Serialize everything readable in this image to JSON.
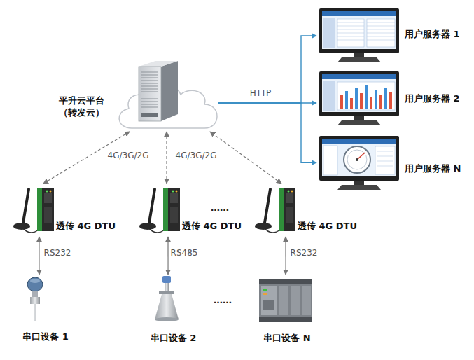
{
  "diagram": {
    "nodes": [
      {
        "text": [
          "平升云平台 （转发云）"
        ]
      },
      {
        "text": [
          "用户服务器 1"
        ]
      },
      {
        "text": [
          "用户服务器 2"
        ]
      },
      {
        "text": [
          "用户服务器 N"
        ]
      },
      {
        "text": [
          "透传 4G DTU"
        ]
      },
      {
        "text": [
          "透传 4G DTU"
        ]
      },
      {
        "text": [
          "透传 4G DTU"
        ]
      },
      {
        "text": [
          "串口设备 1"
        ]
      },
      {
        "text": [
          "串口设备 2"
        ]
      },
      {
        "text": [
          "串口设备 N"
        ]
      }
    ],
    "edges": [
      {
        "from": 0,
        "to": 1,
        "arrow": "to"
      },
      {
        "from": 0,
        "to": 2,
        "label": "HTTP",
        "arrow": "to"
      },
      {
        "from": 0,
        "to": 3,
        "arrow": "to"
      },
      {
        "from": 4,
        "to": 0,
        "label": "4G/3G/2G",
        "arrow": "both"
      },
      {
        "from": 5,
        "to": 0,
        "label": "4G/3G/2G",
        "arrow": "both"
      },
      {
        "from": 6,
        "to": 0,
        "arrow": "both"
      },
      {
        "from": 4,
        "to": 7,
        "label": "RS232",
        "arrow": "both"
      },
      {
        "from": 5,
        "to": 8,
        "label": "RS485",
        "arrow": "both"
      },
      {
        "from": 6,
        "to": 9,
        "label": "RS232",
        "arrow": "both"
      }
    ],
    "labels": [
      "……",
      "……"
    ]
  }
}
